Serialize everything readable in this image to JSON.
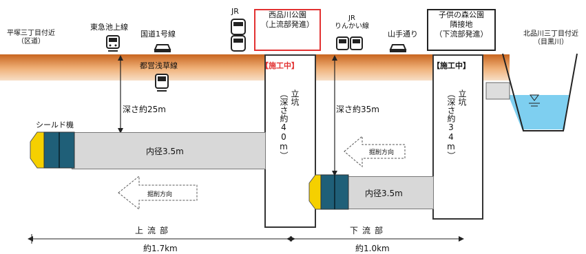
{
  "surface_labels": {
    "hiratsuka": "平塚三丁目付近\n（区道）",
    "tokyu": "東急池上線",
    "kokudo": "国道1号線",
    "jr_top": "JR",
    "jr_rinkai": "JR\nりんかい線",
    "yamate": "山手通り",
    "kitashinagawa": "北品川三丁目付近\n（目黒川）",
    "toei": "都営浅草線"
  },
  "start_shafts": {
    "upstream_box": "西品川公園\n（上流部発進）",
    "downstream_box": "子供の森公園\n隣接地\n（下流部発進）"
  },
  "status": {
    "upstream": "【施工中】",
    "downstream": "【施工中】"
  },
  "shafts": {
    "upstream_text": "立坑\n（深さ約40m）",
    "downstream_text": "立坑\n（深さ約34m）"
  },
  "depths": {
    "upstream": "深さ約25m",
    "downstream": "深さ約35m"
  },
  "tunnels": {
    "shield_label": "シールド機",
    "upstream_diameter": "内径3.5m",
    "downstream_diameter": "内径3.5m",
    "dig_direction_1": "掘削方向",
    "dig_direction_2": "掘削方向"
  },
  "sections": {
    "upstream": "上流部",
    "downstream": "下流部",
    "upstream_length": "約1.7km",
    "downstream_length": "約1.0km"
  },
  "colors": {
    "ground_top": "#c8651f",
    "water": "#7ecff0",
    "shield_yellow": "#f5d000",
    "shield_teal": "#1f5f78",
    "status_red": "#e23030"
  }
}
